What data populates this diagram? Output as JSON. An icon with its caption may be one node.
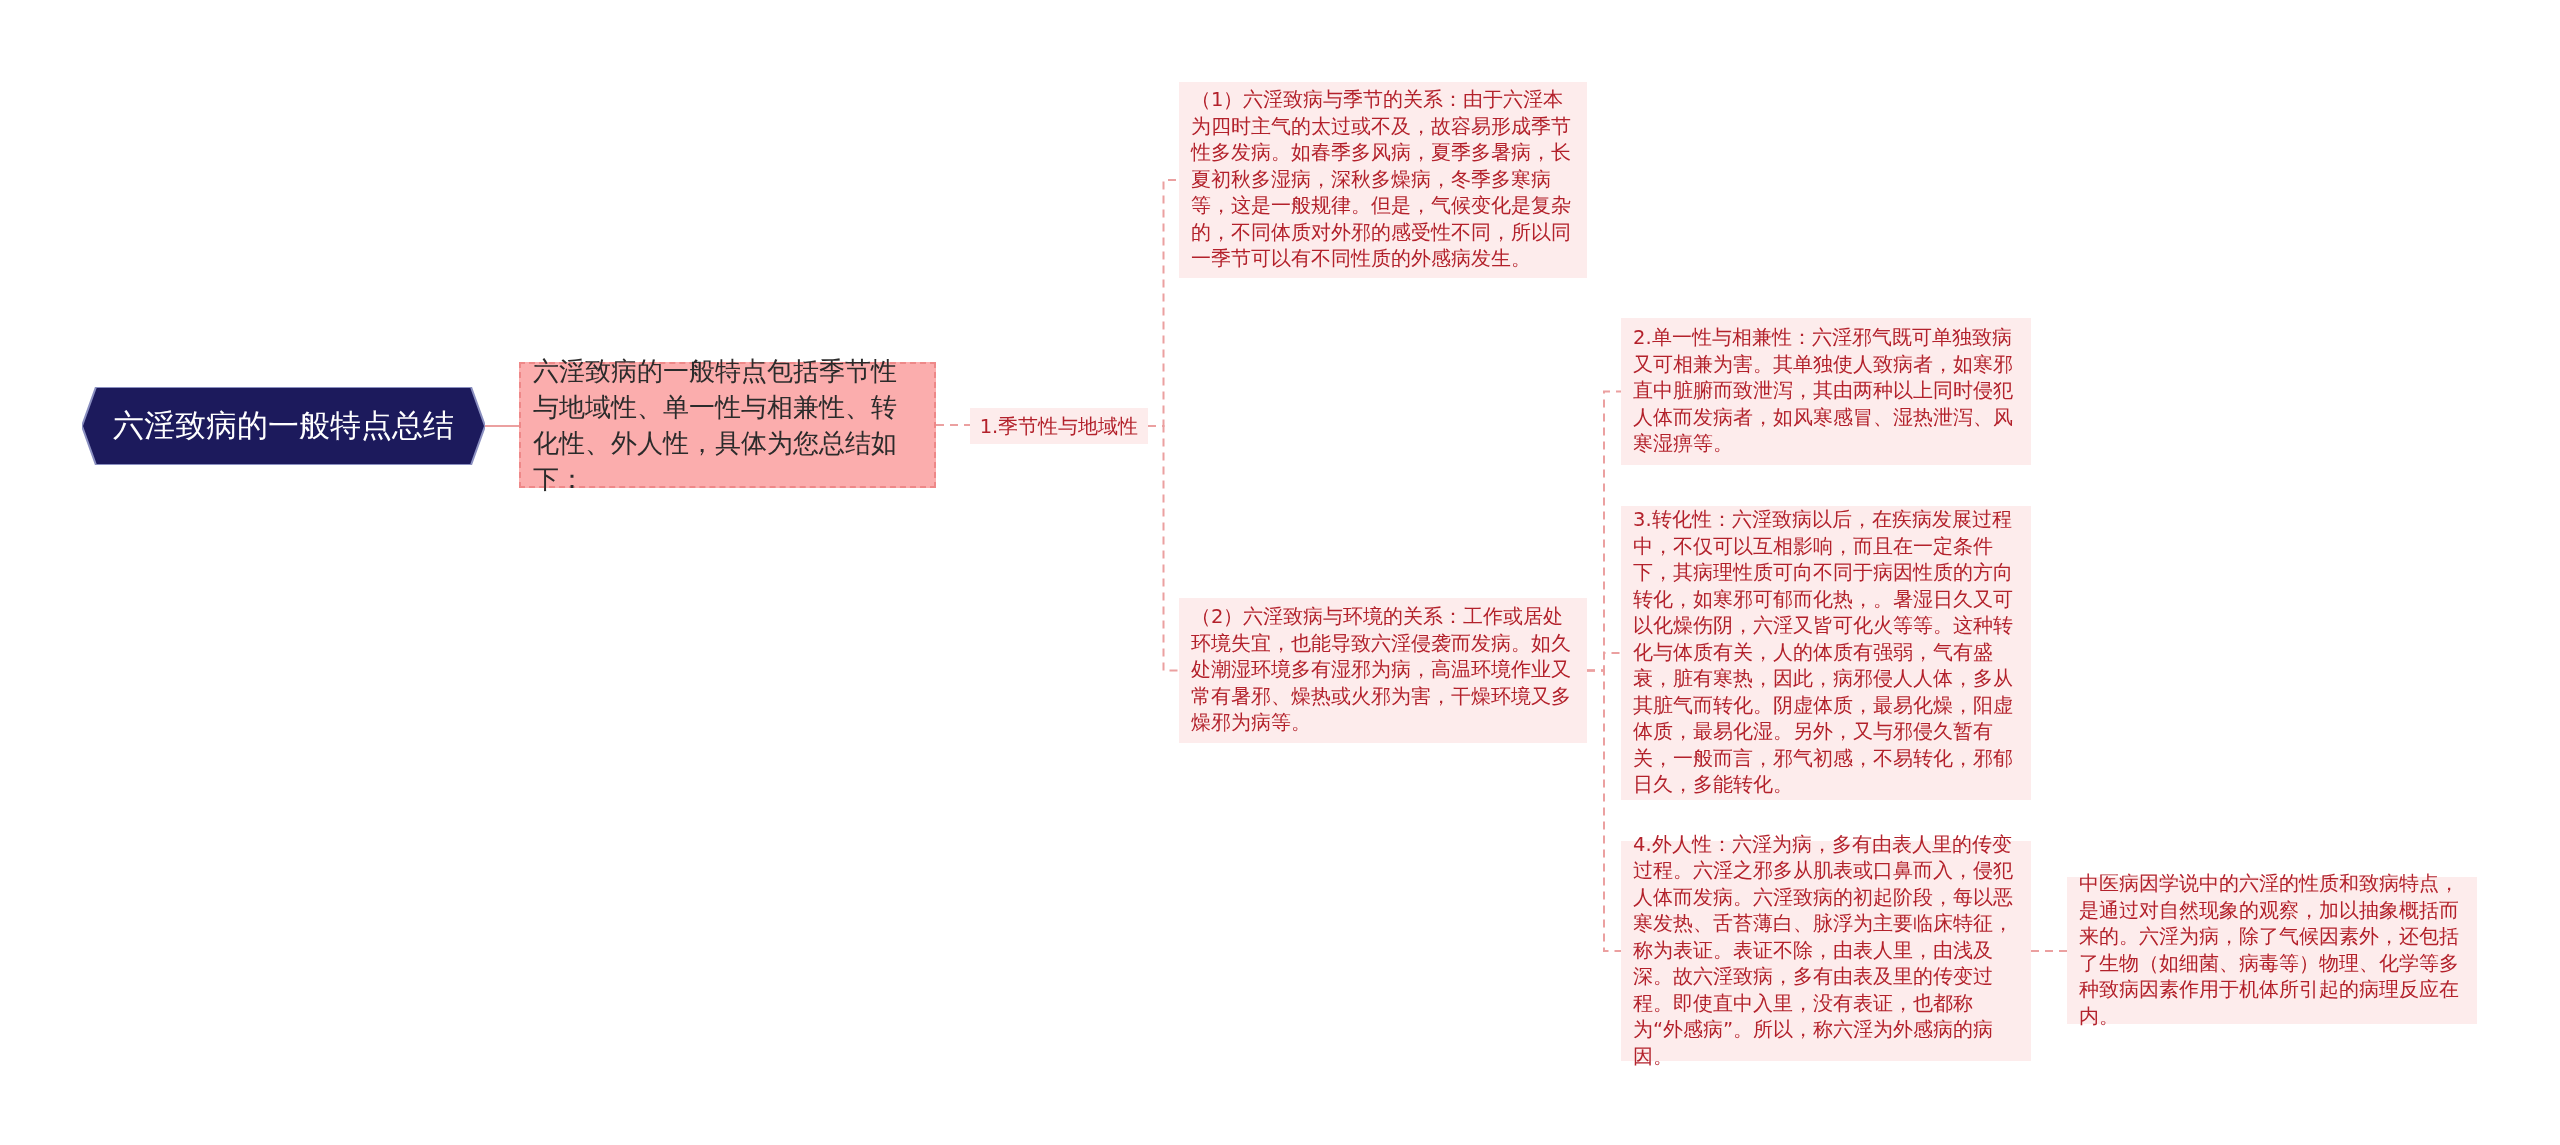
{
  "diagram": {
    "nodes": [
      {
        "text": [
          "六淫致病的一般特点总结"
        ]
      },
      {
        "text": [
          "六淫致病的一般特点包括季节性与地域性、单一性与相兼性、转化性、外人性，具体为您总结如下："
        ]
      },
      {
        "text": [
          "1.季节性与地域性"
        ]
      },
      {
        "text": [
          "（1）六淫致病与季节的关系：由于六淫本为四时主气的太过或不及，故容易形成季节性多发病。如春季多风病，夏季多暑病，长夏初秋多湿病，深秋多燥病，冬季多寒病等，这是一般规律。但是，气候变化是复杂的，不同体质对外邪的感受性不同，所以同一季节可以有不同性质的外感病发生。"
        ]
      },
      {
        "text": [
          "（2）六淫致病与环境的关系：工作或居处环境失宜，也能导致六淫侵袭而发病。如久处潮湿环境多有湿邪为病，高温环境作业又常有暑邪、燥热或火邪为害，干燥环境又多燥邪为病等。"
        ]
      },
      {
        "text": [
          "2.单一性与相兼性：六淫邪气既可单独致病又可相兼为害。其单独使人致病者，如寒邪直中脏腑而致泄泻，其由两种以上同时侵犯人体而发病者，如风寒感冒、湿热泄泻、风寒湿痹等。"
        ]
      },
      {
        "text": [
          "3.转化性：六淫致病以后，在疾病发展过程中，不仅可以互相影响，而且在一定条件下，其病理性质可向不同于病因性质的方向转化，如寒邪可郁而化热，。暑湿日久又可以化燥伤阴，六淫又皆可化火等等。这种转化与体质有关，人的体质有强弱，气有盛衰，脏有寒热，因此，病邪侵人人体，多从其脏气而转化。阴虚体质，最易化燥，阳虚体质，最易化湿。另外，又与邪侵久暂有关，一般而言，邪气初感，不易转化，邪郁日久，多能转化。"
        ]
      },
      {
        "text": [
          "4.外人性：六淫为病，多有由表人里的传变过程。六淫之邪多从肌表或口鼻而入，侵犯人体而发病。六淫致病的初起阶段，每以恶寒发热、舌苔薄白、脉浮为主要临床特征，称为表证。表证不除，由表人里，由浅及深。故六淫致病，多有由表及里的传变过程。即使直中入里，没有表证，也都称为“外感病”。所以，称六淫为外感病的病因。"
        ]
      },
      {
        "text": [
          "中医病因学说中的六淫的性质和致病特点，是通过对自然现象的观察，加以抽象概括而来的。六淫为病，除了气候因素外，还包括了生物（如细菌、病毒等）物理、化学等多种致病因素作用于机体所引起的病理反应在内。"
        ]
      }
    ],
    "edges": [
      {
        "from": 0,
        "to": 1,
        "arrow": "none"
      },
      {
        "from": 1,
        "to": 2,
        "arrow": "none",
        "style": "dashed"
      },
      {
        "from": 2,
        "to": 3,
        "arrow": "none",
        "style": "dashed"
      },
      {
        "from": 2,
        "to": 4,
        "arrow": "none",
        "style": "dashed"
      },
      {
        "from": 4,
        "to": 5,
        "arrow": "none",
        "style": "dashed"
      },
      {
        "from": 4,
        "to": 6,
        "arrow": "none",
        "style": "dashed"
      },
      {
        "from": 4,
        "to": 7,
        "arrow": "none",
        "style": "dashed"
      },
      {
        "from": 7,
        "to": 8,
        "arrow": "none",
        "style": "dashed"
      }
    ]
  }
}
